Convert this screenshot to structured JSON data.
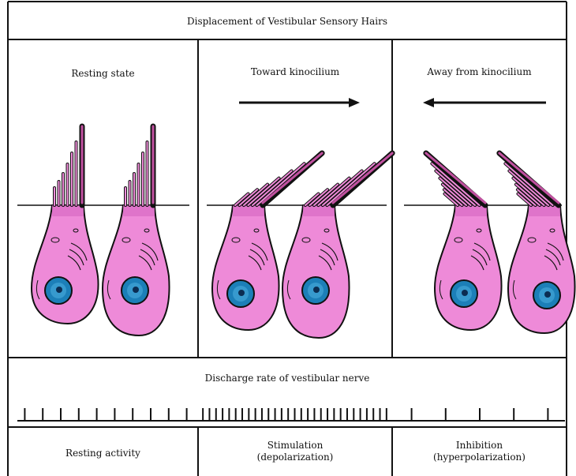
{
  "header": {
    "title": "Displacement of Vestibular Sensory Hairs"
  },
  "panels": [
    {
      "title": "Resting state",
      "arrow": "none"
    },
    {
      "title": "Toward kinocilium",
      "arrow": "right"
    },
    {
      "title": "Away from kinocilium",
      "arrow": "left"
    }
  ],
  "nerve": {
    "title": "Discharge rate of vestibular nerve",
    "spikes_per_section": [
      10,
      29,
      5
    ]
  },
  "labels": [
    {
      "line1": "Resting activity",
      "line2": ""
    },
    {
      "line1": "Stimulation",
      "line2": "(depolarization)"
    },
    {
      "line1": "Inhibition",
      "line2": "(hyperpolarization)"
    }
  ],
  "colors": {
    "cell_fill": "#ee8ad8",
    "nucleus_fill": "#1c7fb8",
    "nucleus_core": "#0b2d52",
    "ink": "#111111"
  }
}
